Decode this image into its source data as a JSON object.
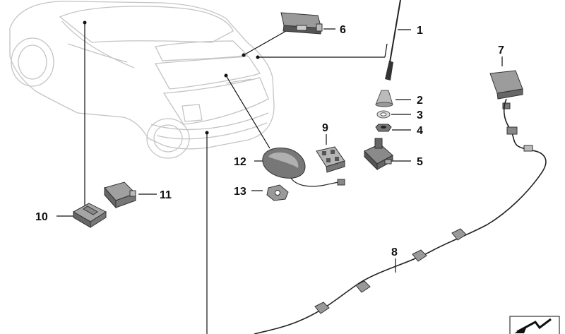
{
  "diagram": {
    "callouts": [
      "1",
      "2",
      "3",
      "4",
      "5",
      "6",
      "7",
      "8",
      "9",
      "10",
      "11",
      "12",
      "13"
    ],
    "icons": [
      "car-outline",
      "roof-antenna-mast",
      "antenna-cover",
      "antenna-seal-ring",
      "antenna-nut",
      "antenna-base",
      "antenna-amplifier",
      "module",
      "antenna-cable",
      "bracket",
      "holder",
      "filter-module",
      "shark-fin-antenna",
      "retaining-clip",
      "arrow-icon"
    ]
  }
}
